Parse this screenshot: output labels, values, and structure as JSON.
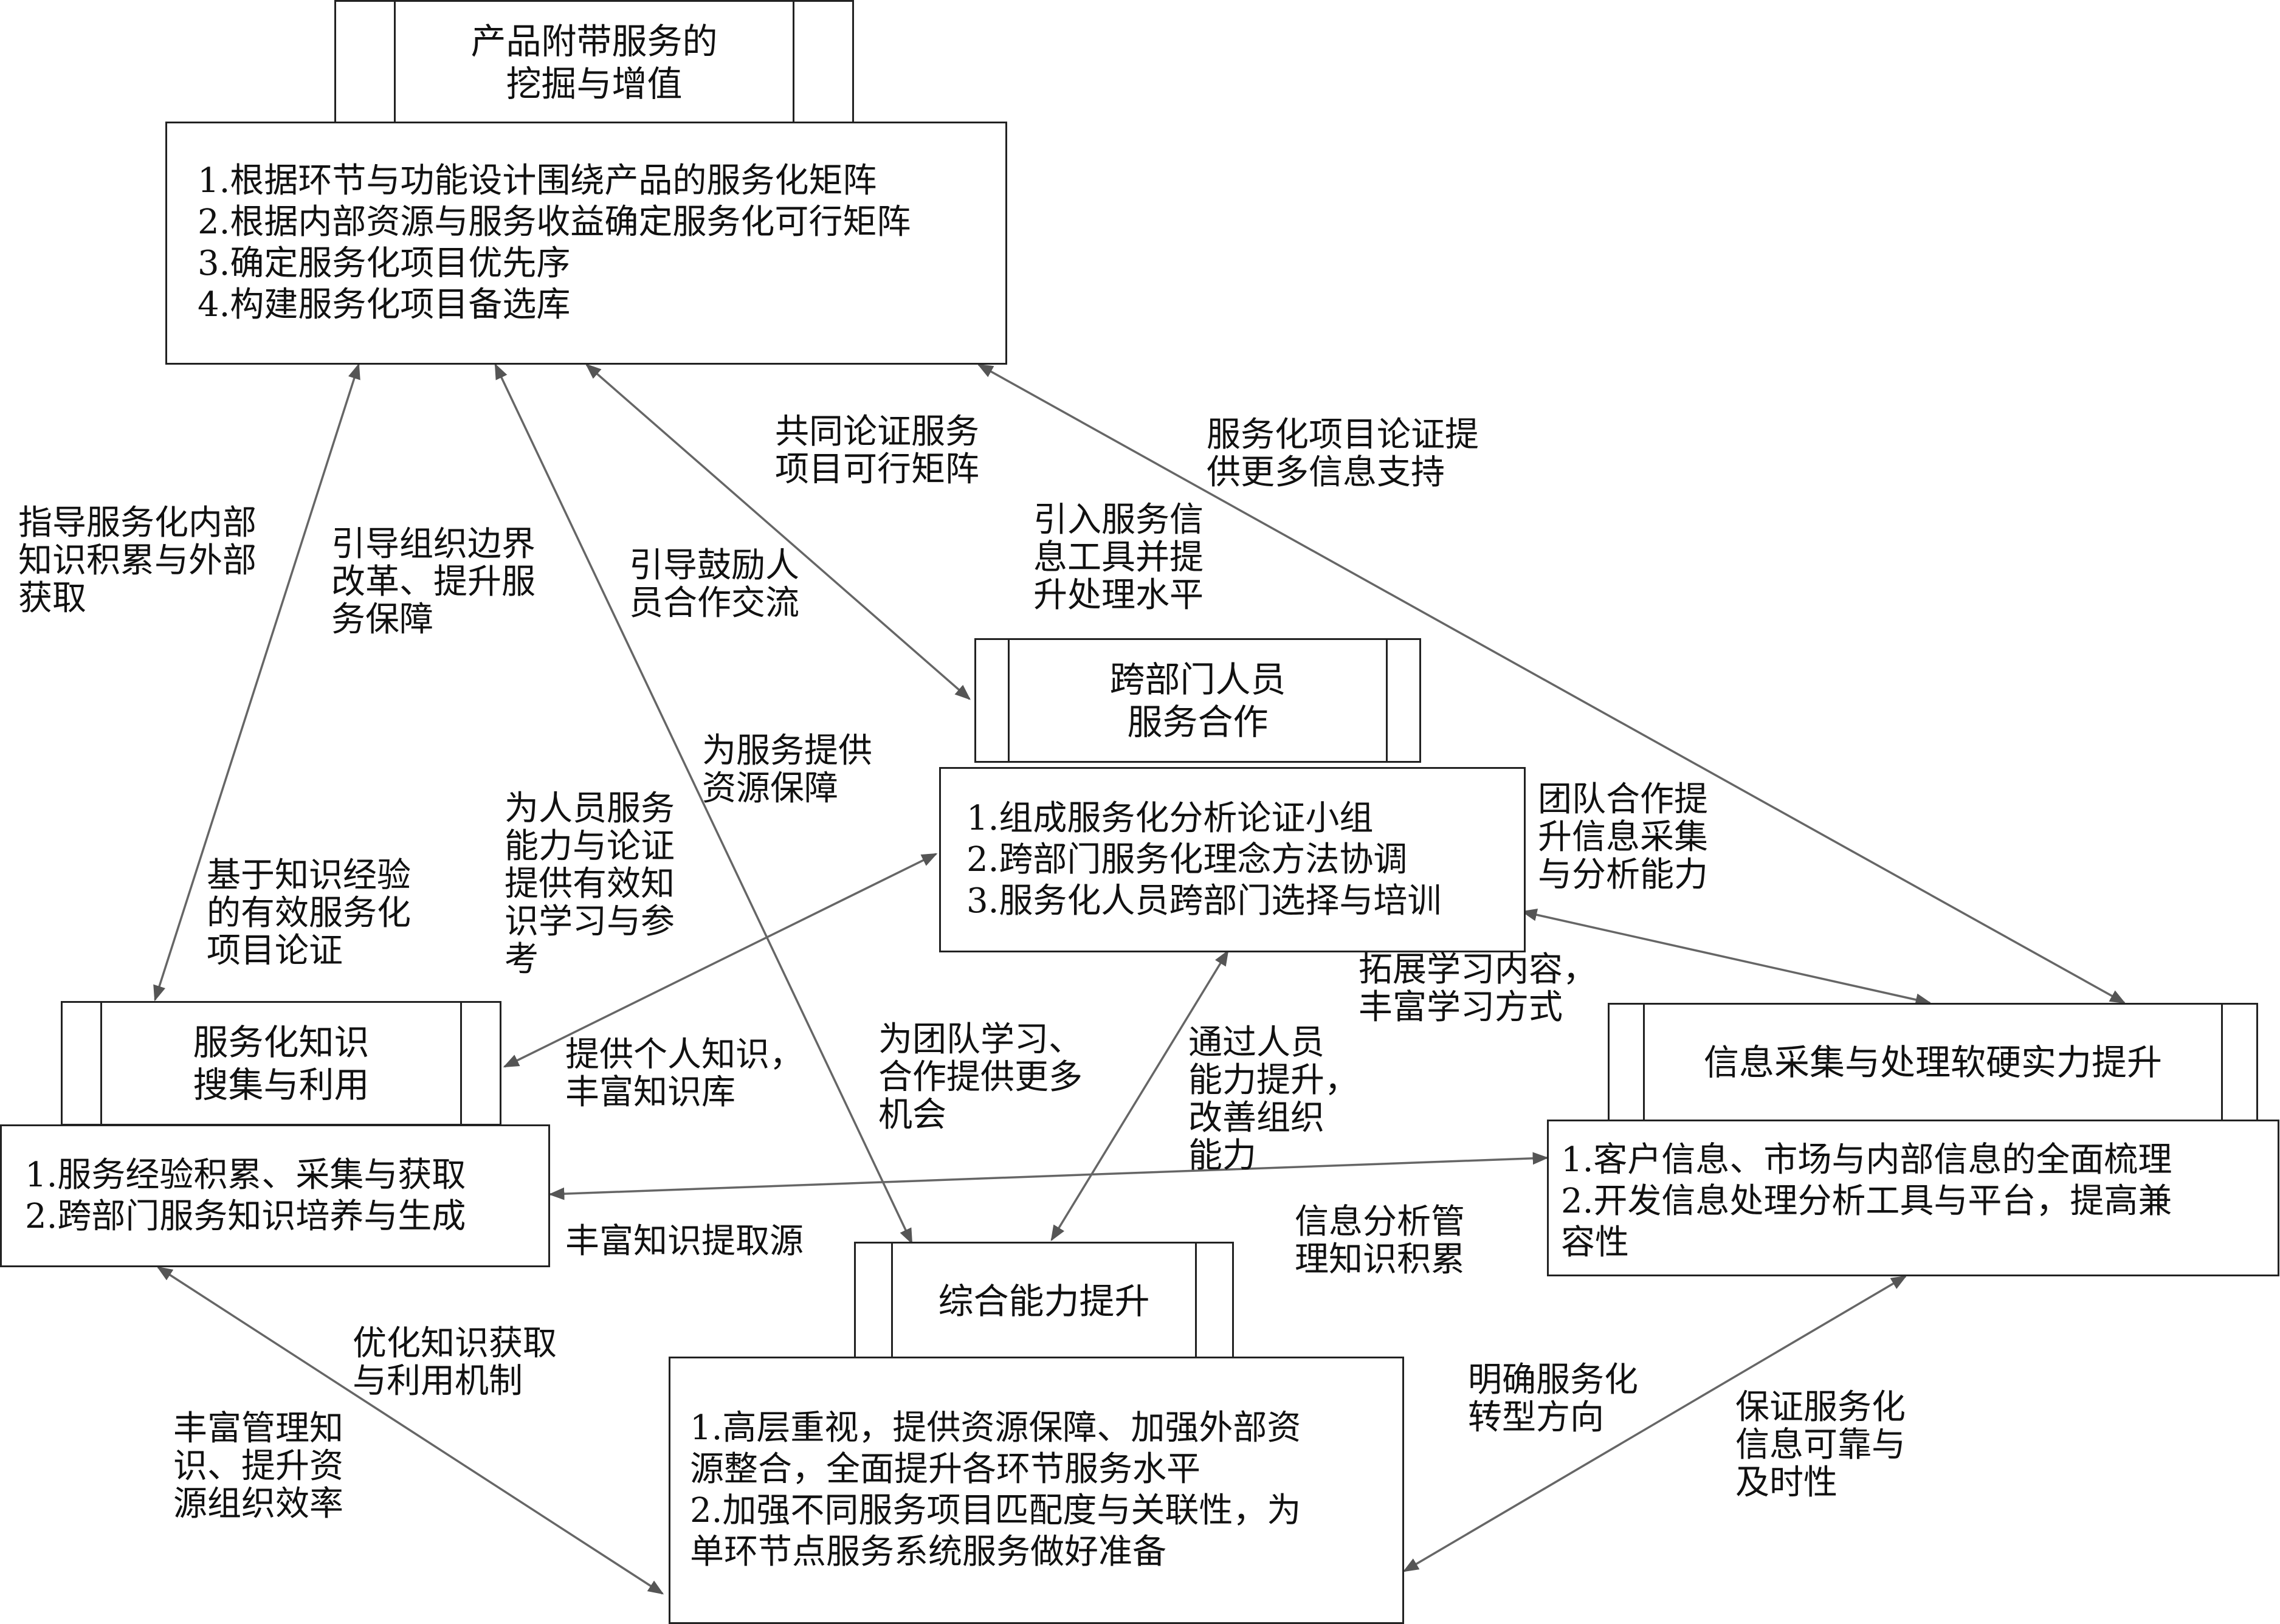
{
  "boxes": {
    "product": {
      "title": "产品附带服务的\n挖掘与增值",
      "items": [
        "1.根据环节与功能设计围绕产品的服务化矩阵",
        "2.根据内部资源与服务收益确定服务化可行矩阵",
        "3.确定服务化项目优先序",
        "4.构建服务化项目备选库"
      ]
    },
    "cross_dept": {
      "title": "跨部门人员\n服务合作",
      "items": [
        "1.组成服务化分析论证小组",
        "2.跨部门服务化理念方法协调",
        "3.服务化人员跨部门选择与培训"
      ]
    },
    "knowledge": {
      "title": "服务化知识\n搜集与利用",
      "items": [
        "1.服务经验积累、采集与获取",
        "2.跨部门服务知识培养与生成"
      ]
    },
    "info": {
      "title": "信息采集与处理软硬实力提升",
      "items": [
        "1.客户信息、市场与内部信息的全面梳理",
        "2.开发信息处理分析工具与平台，提高兼",
        "容性"
      ]
    },
    "capability": {
      "title": "综合能力提升",
      "items": [
        "1.高层重视，提供资源保障、加强外部资",
        "源整合，全面提升各环节服务水平",
        "2.加强不同服务项目匹配度与关联性，为",
        "单环节点服务系统服务做好准备"
      ]
    }
  },
  "labels": {
    "l1": "指导服务化内部\n知识积累与外部\n获取",
    "l2": "引导组织边界\n改革、提升服\n务保障",
    "l3": "引导鼓励人\n员合作交流",
    "l4": "共同论证服务\n项目可行矩阵",
    "l5": "服务化项目论证提\n供更多信息支持",
    "l6": "引入服务信\n息工具并提\n升处理水平",
    "l7": "为服务提供\n资源保障",
    "l8": "为人员服务\n能力与论证\n提供有效知\n识学习与参\n考",
    "l9": "基于知识经验\n的有效服务化\n项目论证",
    "l10": "团队合作提\n升信息采集\n与分析能力",
    "l11": "拓展学习内容，\n丰富学习方式",
    "l12": "提供个人知识，\n丰富知识库",
    "l13": "为团队学习、\n合作提供更多\n机会",
    "l14": "通过人员\n能力提升，\n改善组织\n能力",
    "l15": "丰富知识提取源",
    "l16": "信息分析管\n理知识积累",
    "l17": "优化知识获取\n与利用机制",
    "l18": "丰富管理知\n识、提升资\n源组织效率",
    "l19": "明确服务化\n转型方向",
    "l20": "保证服务化\n信息可靠与\n及时性"
  },
  "colors": {
    "line": "#666666",
    "border": "#222222"
  }
}
